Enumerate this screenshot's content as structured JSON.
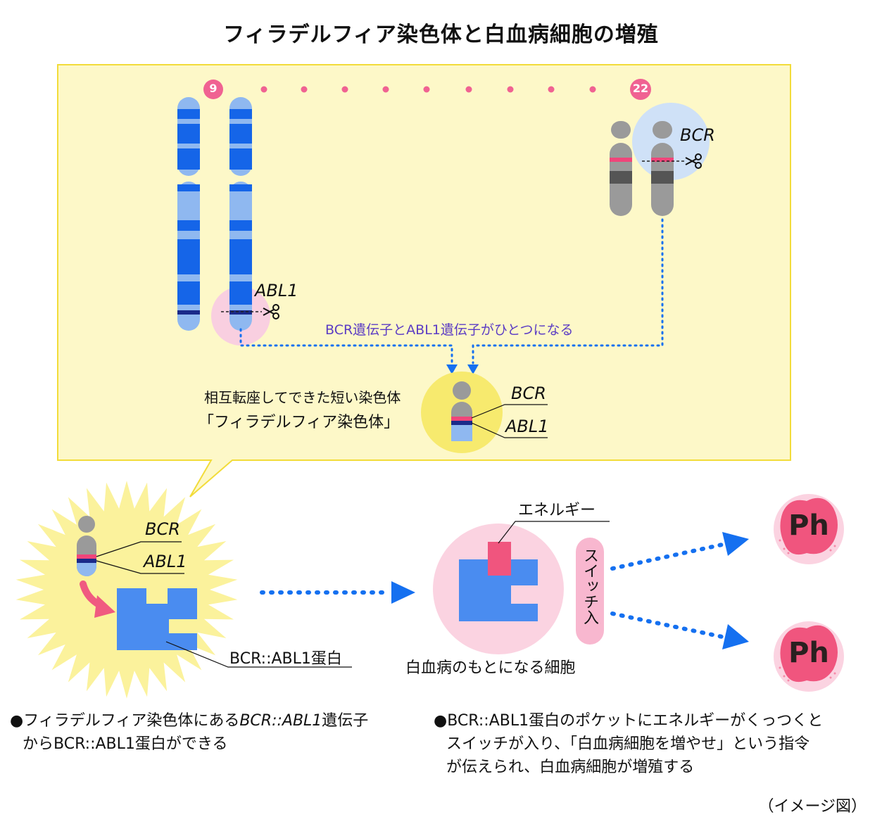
{
  "title": "フィラデルフィア染色体と白血病細胞の増殖",
  "chromosome_labels": {
    "chr9": "9",
    "chr22": "22"
  },
  "genes": {
    "bcr": "BCR",
    "abl1": "ABL1"
  },
  "fusion_label": "BCR遺伝子とABL1遺伝子がひとつになる",
  "ph_chromosome": {
    "line1": "相互転座してできた短い染色体",
    "line2": "「フィラデルフィア染色体」"
  },
  "protein_label": "BCR::ABL1蛋白",
  "energy_label": "エネルギー",
  "switch_label": "スイッチ入",
  "origin_cell_label": "白血病のもとになる細胞",
  "ph_cell_label": "Ph",
  "notes": {
    "left": {
      "line1_prefix": "●フィラデルフィア染色体にある",
      "line1_gene": "BCR::ABL1",
      "line1_suffix": "遺伝子",
      "line2": "からBCR::ABL1蛋白ができる"
    },
    "right": {
      "line1": "●BCR::ABL1蛋白のポケットにエネルギーがくっつくと",
      "line2": "スイッチが入り、「白血病細胞を増やせ」という指令",
      "line3": "が伝えられ、白血病細胞が増殖する"
    }
  },
  "caption": "（イメージ図）",
  "colors": {
    "panel_bg": "#fdf8c8",
    "panel_border": "#f2dc3a",
    "chr9_dark": "#1565e8",
    "chr9_light": "#8fb8f0",
    "chr22_gray": "#9a9a9a",
    "bcr_pink": "#f0457a",
    "abl1_navy": "#1a2a8a",
    "protein_blue": "#4a8cf0",
    "energy_pink": "#f0557e",
    "arrow_blue": "#1570f0",
    "number_badge": "#f06292",
    "fusion_text": "#5b3cc4"
  },
  "icons": [
    "scissors-icon",
    "arrow-icon"
  ]
}
